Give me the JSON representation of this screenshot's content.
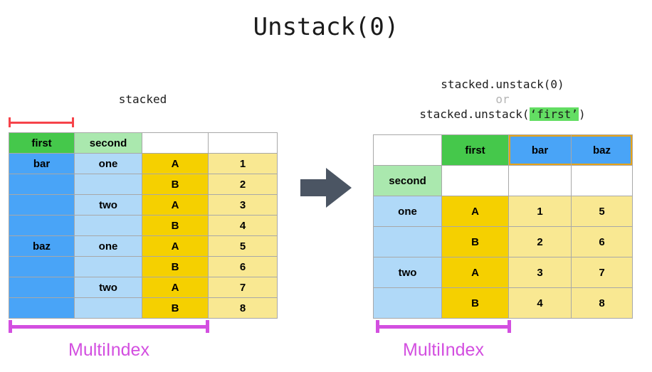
{
  "title": "Unstack(0)",
  "colors": {
    "level0_header": "#45c84b",
    "level1_header": "#aae8ae",
    "level0_value": "#49a4f7",
    "level1_value": "#b0d9f8",
    "column_header": "#f5d000",
    "data_cell": "#f9e892",
    "highlight_bracket": "#f6434a",
    "multiindex_bracket": "#d34fe0",
    "arrow": "#4b5563",
    "code_highlight": "#63de63"
  },
  "left": {
    "caption": "stacked",
    "bracket_label": "",
    "multiindex_label": "MultiIndex",
    "rows": [
      [
        "first",
        "second",
        "",
        ""
      ],
      [
        "bar",
        "one",
        "A",
        "1"
      ],
      [
        "",
        "",
        "B",
        "2"
      ],
      [
        "",
        "two",
        "A",
        "3"
      ],
      [
        "",
        "",
        "B",
        "4"
      ],
      [
        "baz",
        "one",
        "A",
        "5"
      ],
      [
        "",
        "",
        "B",
        "6"
      ],
      [
        "",
        "two",
        "A",
        "7"
      ],
      [
        "",
        "",
        "B",
        "8"
      ]
    ]
  },
  "right": {
    "code_line1": "stacked.unstack(0)",
    "code_line2": "or",
    "code_line3_prefix": "stacked.unstack(",
    "code_line3_arg": "‘first’",
    "code_line3_suffix": ")",
    "multiindex_label": "MultiIndex",
    "rows": [
      [
        "",
        "first",
        "bar",
        "baz"
      ],
      [
        "second",
        "",
        "",
        ""
      ],
      [
        "one",
        "A",
        "1",
        "5"
      ],
      [
        "",
        "B",
        "2",
        "6"
      ],
      [
        "two",
        "A",
        "3",
        "7"
      ],
      [
        "",
        "B",
        "4",
        "8"
      ]
    ]
  },
  "arrow": {
    "icon": "right-arrow-icon"
  }
}
